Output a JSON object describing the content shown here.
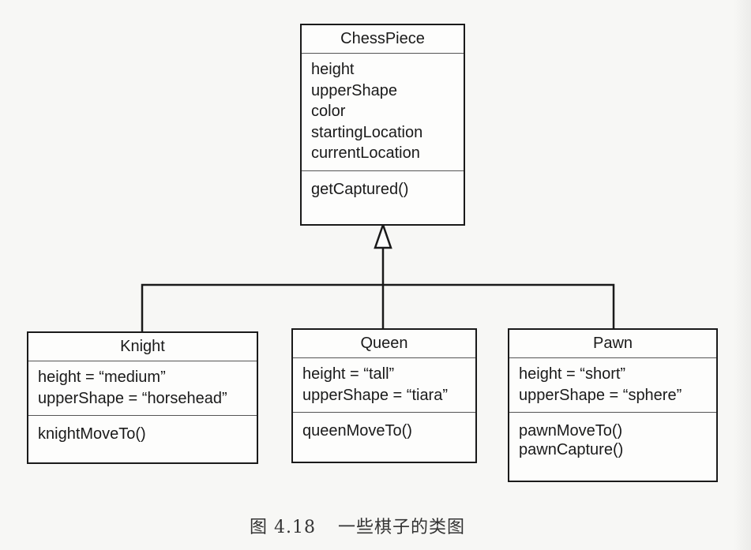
{
  "classes": {
    "chess_piece": {
      "name": "ChessPiece",
      "attributes": [
        "height",
        "upperShape",
        "color",
        "startingLocation",
        "currentLocation"
      ],
      "operations": [
        "getCaptured()"
      ]
    },
    "knight": {
      "name": "Knight",
      "attributes": [
        "height = “medium”",
        "upperShape = “horsehead”"
      ],
      "operations": [
        "knightMoveTo()"
      ]
    },
    "queen": {
      "name": "Queen",
      "attributes": [
        "height = “tall”",
        "upperShape = “tiara”"
      ],
      "operations": [
        "queenMoveTo()"
      ]
    },
    "pawn": {
      "name": "Pawn",
      "attributes": [
        "height = “short”",
        "upperShape = “sphere”"
      ],
      "operations": [
        "pawnMoveTo()",
        "pawnCapture()"
      ]
    }
  },
  "caption": {
    "number": "图 4.18",
    "text": "一些棋子的类图"
  }
}
